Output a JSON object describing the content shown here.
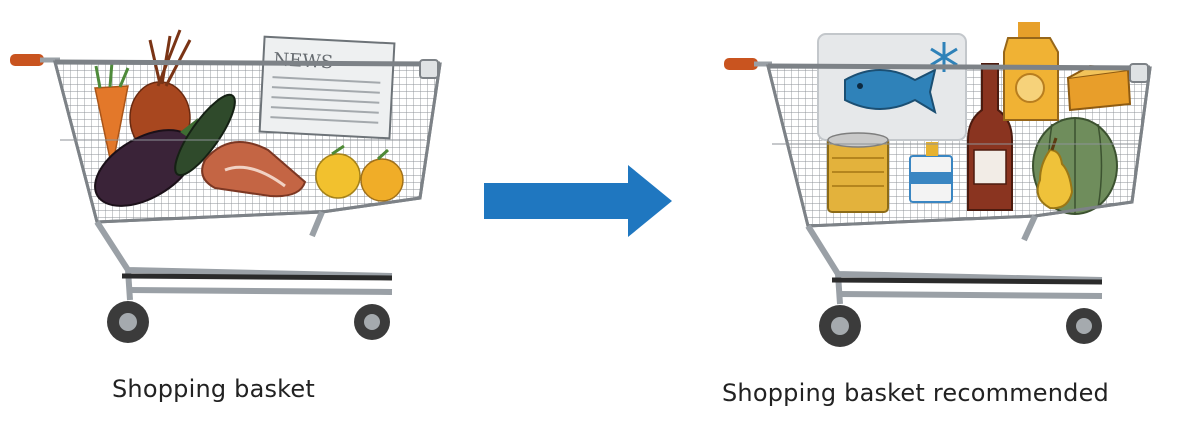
{
  "captions": {
    "left": "Shopping basket",
    "right": "Shopping basket recommended"
  },
  "newspaper": {
    "masthead": "NEWS"
  },
  "colors": {
    "arrow": "#1f77c0",
    "cart_frame": "#9aa0a6",
    "handle": "#c9541f",
    "background": "#ffffff",
    "caption_text": "#222222"
  },
  "icons": {
    "left_cart_items": [
      "carrot",
      "beet",
      "eggplant",
      "cucumber",
      "meat",
      "lemons",
      "newspaper"
    ],
    "right_cart_items": [
      "frozen-fish",
      "snowflake",
      "canned-food",
      "yogurt-cup",
      "wine-bottle",
      "juice-carton",
      "cheese",
      "melon",
      "pear"
    ]
  }
}
